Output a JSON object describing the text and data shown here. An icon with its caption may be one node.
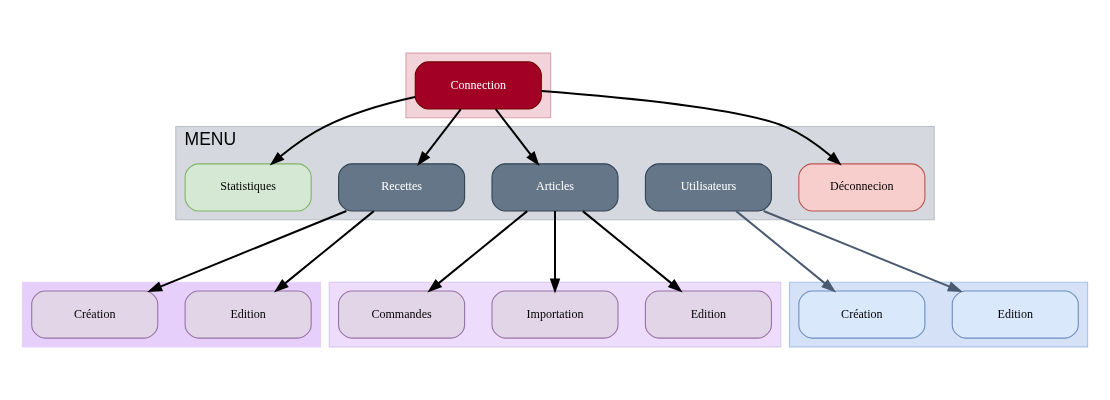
{
  "diagram": {
    "nodes": [
      {
        "text": [],
        "shape": "box"
      },
      {
        "text": [
          "Connection"
        ],
        "in": 0
      },
      {
        "text": [
          "MENU"
        ]
      },
      {
        "text": [
          "Recettes"
        ],
        "in": 2
      },
      {
        "text": [
          "Articles"
        ],
        "in": 2
      },
      {
        "text": [
          "Utilisateurs"
        ],
        "in": 2
      },
      {
        "text": [
          "Statistiques"
        ],
        "in": 2
      },
      {
        "text": [
          "Déconnecion"
        ],
        "in": 2
      },
      {
        "text": [],
        "shape": "box"
      },
      {
        "text": [
          "Création"
        ],
        "in": 8
      },
      {
        "text": [
          "Edition"
        ],
        "in": 8
      },
      {
        "text": [],
        "shape": "box"
      },
      {
        "text": [
          "Commandes"
        ],
        "in": 11
      },
      {
        "text": [
          "Importation"
        ],
        "in": 11
      },
      {
        "text": [
          "Edition"
        ],
        "in": 11
      },
      {
        "text": [],
        "shape": "box"
      },
      {
        "text": [
          "Création"
        ],
        "in": 15
      },
      {
        "text": [
          "Edition"
        ],
        "in": 15
      }
    ],
    "edges": [
      {
        "from": 1,
        "to": 3,
        "arrow": "to"
      },
      {
        "from": 1,
        "to": 4,
        "arrow": "to"
      },
      {
        "from": 1,
        "to": 6,
        "arrow": "to"
      },
      {
        "from": 1,
        "to": 7,
        "arrow": "to"
      },
      {
        "from": 3,
        "to": 9,
        "arrow": "to"
      },
      {
        "from": 3,
        "to": 10,
        "arrow": "to"
      },
      {
        "from": 4,
        "to": 12,
        "arrow": "to"
      },
      {
        "from": 4,
        "to": 13,
        "arrow": "to"
      },
      {
        "from": 4,
        "to": 14,
        "arrow": "to"
      },
      {
        "from": 5,
        "to": 16,
        "arrow": "to",
        "color": "#4a5a70"
      },
      {
        "from": 5,
        "to": 17,
        "arrow": "to",
        "color": "#4a5a70"
      }
    ]
  }
}
